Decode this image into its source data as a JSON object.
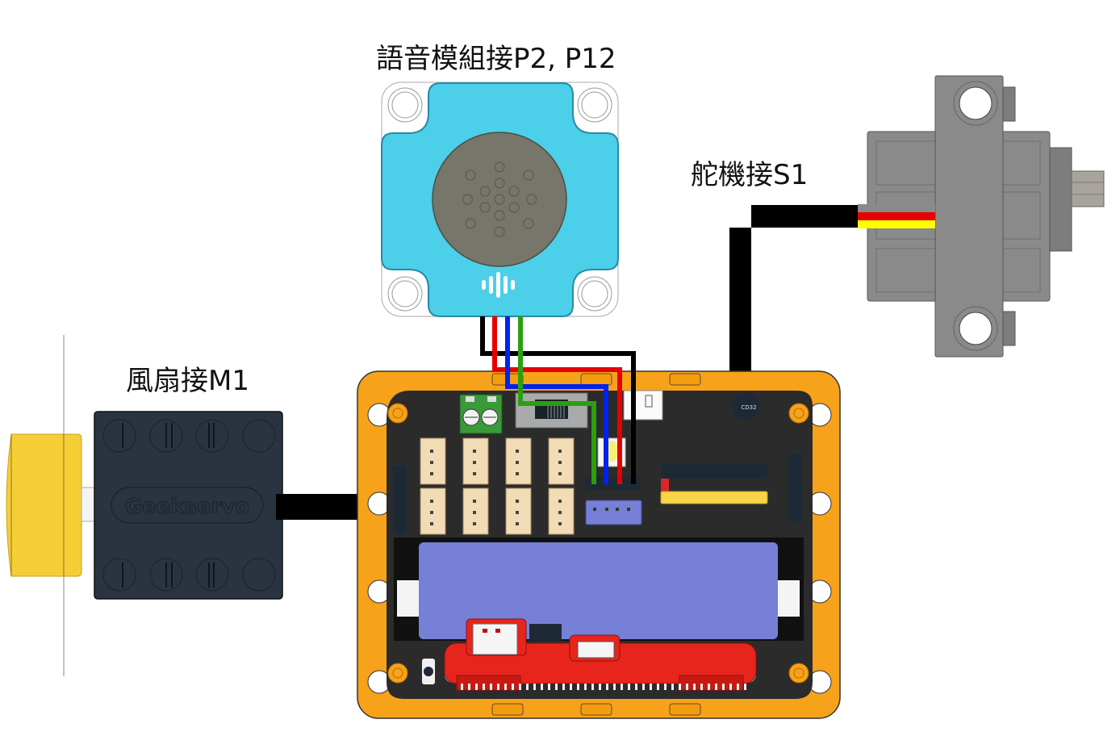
{
  "labels": {
    "voice_module": "語音模組接P2, P12",
    "servo": "舵機接S1",
    "fan": "風扇接M1"
  },
  "components": {
    "voice_module": {
      "name": "Voice recognition module",
      "wire_colors": [
        "#000000",
        "#e60000",
        "#0022ee",
        "#2aa010"
      ]
    },
    "servo": {
      "name": "Servo",
      "wire_colors": [
        "#000000",
        "#e60000",
        "#ffff00"
      ]
    },
    "fan": {
      "name": "Fan motor",
      "brand_text": "Geekservo"
    },
    "board": {
      "name": "Expansion board",
      "chip_text": "CD32"
    }
  },
  "colors": {
    "frame_orange": "#f7a21b",
    "board_dark": "#2b2b2b",
    "module_cyan": "#4ccfe8",
    "speaker_grey": "#76766a",
    "battery_blue": "#7580d6",
    "microbit_red": "#e8251c",
    "servo_grey": "#8a8a8a",
    "fan_dark": "#2a3440",
    "wheel_yellow": "#f5ce36",
    "connector_beige": "#f2dcb5",
    "terminal_green": "#3a9a3a",
    "header_purple": "#7580d6"
  }
}
